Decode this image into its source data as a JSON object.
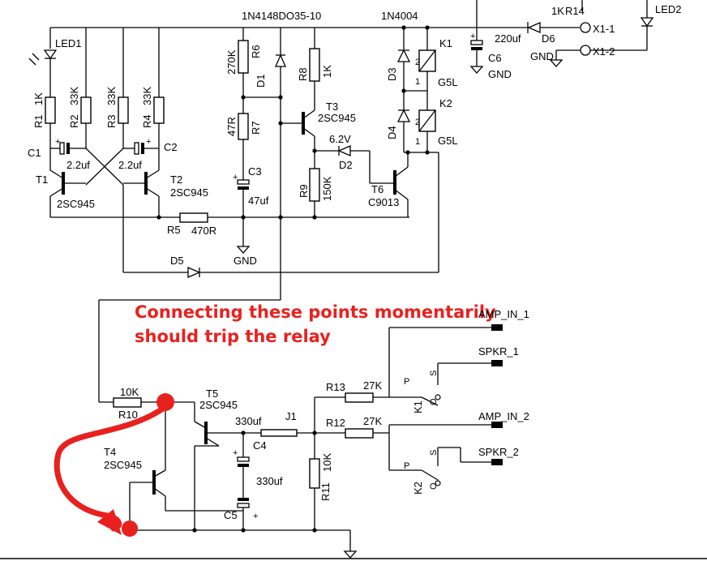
{
  "annotation": {
    "line1": "Connecting these points momentarily",
    "line2": "should trip the relay"
  },
  "labels": {
    "part_d_top": "1N4148DO35-10",
    "part_1n4004": "1N4004",
    "r14_val": "1K",
    "r14": "R14",
    "led2": "LED2",
    "led1": "LED1",
    "x1_1": "X1-1",
    "x1_2": "X1-2",
    "c6_val": "220uf",
    "d6": "D6",
    "gnd_x": "GND",
    "c6": "C6",
    "gnd_c6": "GND",
    "k1": "K1",
    "k2": "K2",
    "g5l_1": "G5L",
    "g5l_2": "G5L",
    "d3": "D3",
    "d4": "D4",
    "t3": "T3",
    "t3_part": "2SC945",
    "v62": "6.2V",
    "d2": "D2",
    "t6": "T6",
    "t6_part": "C9013",
    "r9": "R9",
    "r9_val": "150K",
    "r6": "R6",
    "r6_val": "270K",
    "r7": "R7",
    "r7_val": "47R",
    "d1": "D1",
    "r8": "R8",
    "r8_val": "1K",
    "c3": "C3",
    "c3_val": "47uf",
    "gnd_mid": "GND",
    "r1": "R1",
    "r1_val": "1K",
    "r2": "R2",
    "r2_val": "33K",
    "r3": "R3",
    "r3_val": "33K",
    "r4": "R4",
    "r4_val": "33K",
    "c1": "C1",
    "c2": "C2",
    "c1_val": "2.2uf",
    "c2_val": "2.2uf",
    "t1": "T1",
    "t1_part": "2SC945",
    "t2": "T2",
    "t2_part": "2SC945",
    "r5": "R5",
    "r5_val": "470R",
    "d5": "D5",
    "amp_in_1": "AMP_IN_1",
    "spkr_1": "SPKR_1",
    "amp_in_2": "AMP_IN_2",
    "spkr_2": "SPKR_2",
    "r13": "R13",
    "r13_val": "27K",
    "r12": "R12",
    "r12_val": "27K",
    "k1_lbl": "K1",
    "k2_lbl": "K2",
    "p1": "P",
    "s1": "S",
    "o1": "O",
    "p2": "P",
    "s2": "S",
    "o2": "O",
    "r10_val": "10K",
    "r10": "R10",
    "t5": "T5",
    "t5_part": "2SC945",
    "t4": "T4",
    "t4_part": "2SC945",
    "c4_val": "330uf",
    "c4": "C4",
    "j1": "J1",
    "r11": "R11",
    "r11_val": "10K",
    "c5_val": "330uf",
    "c5": "C5",
    "n1": "1",
    "n2": "2",
    "n3": "1",
    "n4": "2",
    "plus_c1": "+",
    "plus_c2": "+",
    "plus_c3": "+",
    "plus_c4": "+",
    "plus_c5": "+",
    "plus_c6": "+"
  }
}
